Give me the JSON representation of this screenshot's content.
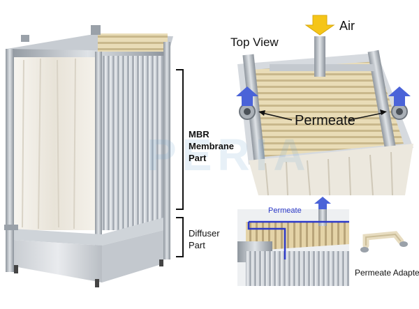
{
  "labels": {
    "air": "Air",
    "top_view": "Top View",
    "permeate_main": "Permeate",
    "mbr_membrane_part": [
      "MBR",
      "Membrane",
      "Part"
    ],
    "diffuser_part": [
      "Diffuser",
      "Part"
    ],
    "permeate_small": "Permeate",
    "permeate_adapter": "Permeate Adapter"
  },
  "watermark": "PERIA",
  "colors": {
    "air_arrow": "#f5c518",
    "permeate_arrow": "#4a63d8",
    "permeate_line": "#2c39c8",
    "bracket": "#111111",
    "steel": "#b8bec6",
    "membrane": "#efeae0",
    "module_top": "#e6d8b4"
  }
}
